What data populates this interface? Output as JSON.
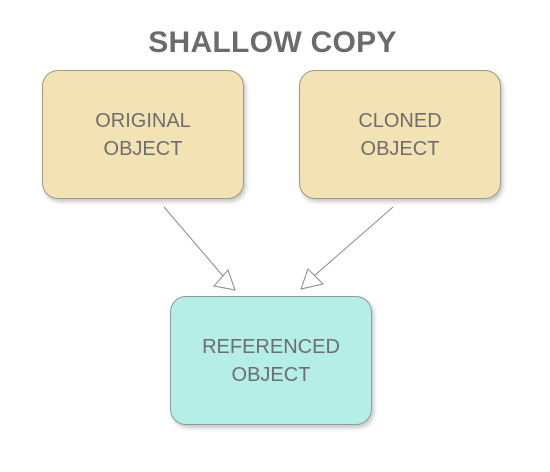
{
  "diagram": {
    "title": "SHALLOW COPY",
    "nodes": {
      "original": {
        "label": "ORIGINAL\nOBJECT"
      },
      "cloned": {
        "label": "CLONED\nOBJECT"
      },
      "referenced": {
        "label": "REFERENCED\nOBJECT"
      }
    },
    "edges": [
      {
        "from": "original",
        "to": "referenced",
        "style": "open-triangle-arrow"
      },
      {
        "from": "cloned",
        "to": "referenced",
        "style": "open-triangle-arrow"
      }
    ],
    "colors": {
      "object_fill": "#f3e2b4",
      "referenced_fill": "#b4eee6",
      "text": "#6e6e6e",
      "title": "#6b6b6b"
    }
  }
}
